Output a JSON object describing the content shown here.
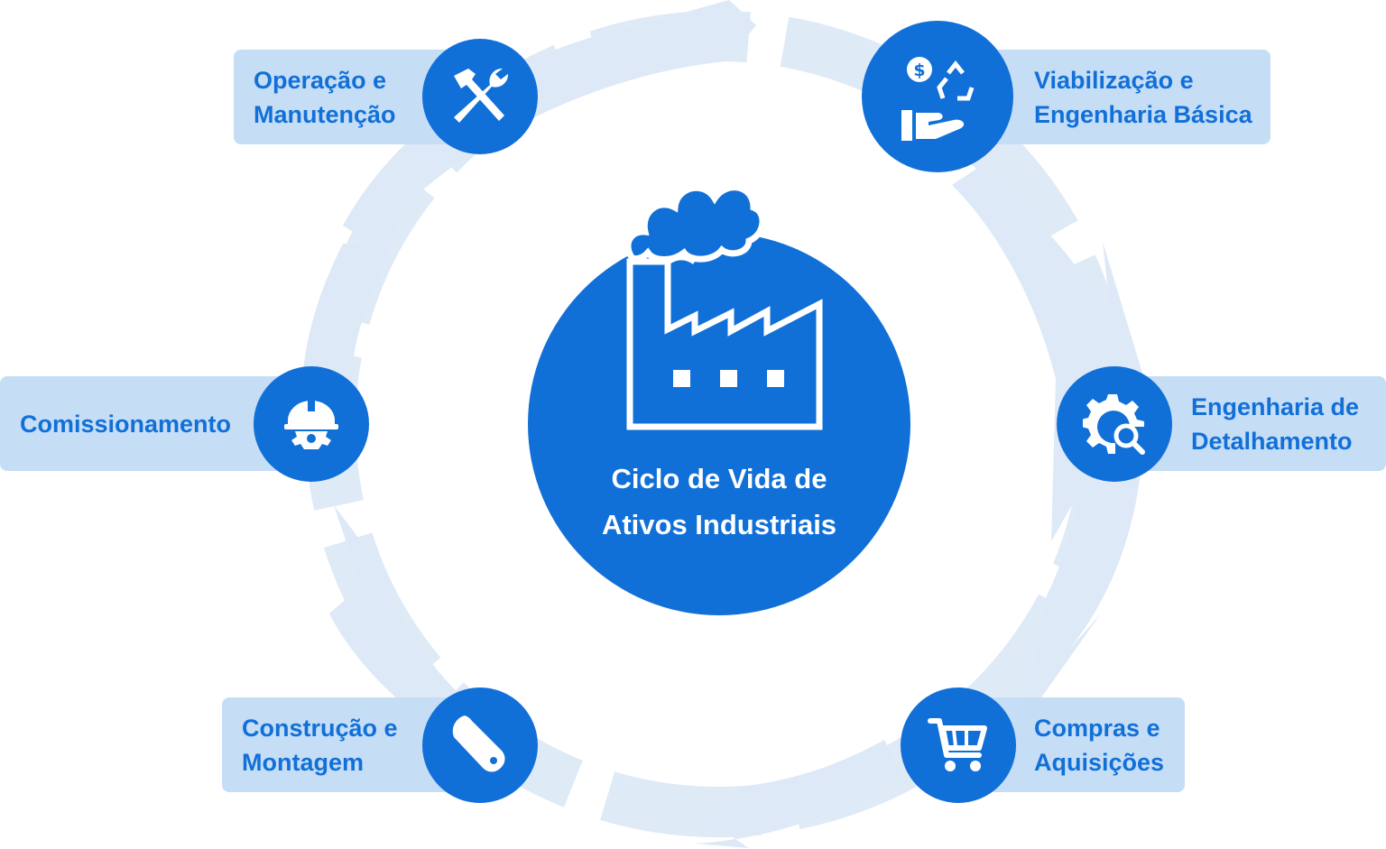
{
  "center": {
    "title_line1": "Ciclo de Vida de",
    "title_line2": "Ativos Industriais",
    "icon": "factory-icon"
  },
  "stages": [
    {
      "id": "viabilizacao",
      "line1": "Viabilização e",
      "line2": "Engenharia Básica",
      "icon": "money-recycle-hand-icon"
    },
    {
      "id": "detalhamento",
      "line1": "Engenharia de",
      "line2": "Detalhamento",
      "icon": "gear-search-icon"
    },
    {
      "id": "compras",
      "line1": "Compras e",
      "line2": "Aquisições",
      "icon": "shopping-cart-icon"
    },
    {
      "id": "construcao",
      "line1": "Construção e",
      "line2": "Montagem",
      "icon": "wrench-icon"
    },
    {
      "id": "comissionamento",
      "line1": "Comissionamento",
      "line2": "",
      "icon": "hardhat-gear-icon"
    },
    {
      "id": "operacao",
      "line1": "Operação e",
      "line2": "Manutenção",
      "icon": "tools-icon"
    }
  ],
  "colors": {
    "primary": "#1170d8",
    "label_bg": "#c6ddf6",
    "ring": "#dde9f7",
    "white": "#ffffff"
  }
}
